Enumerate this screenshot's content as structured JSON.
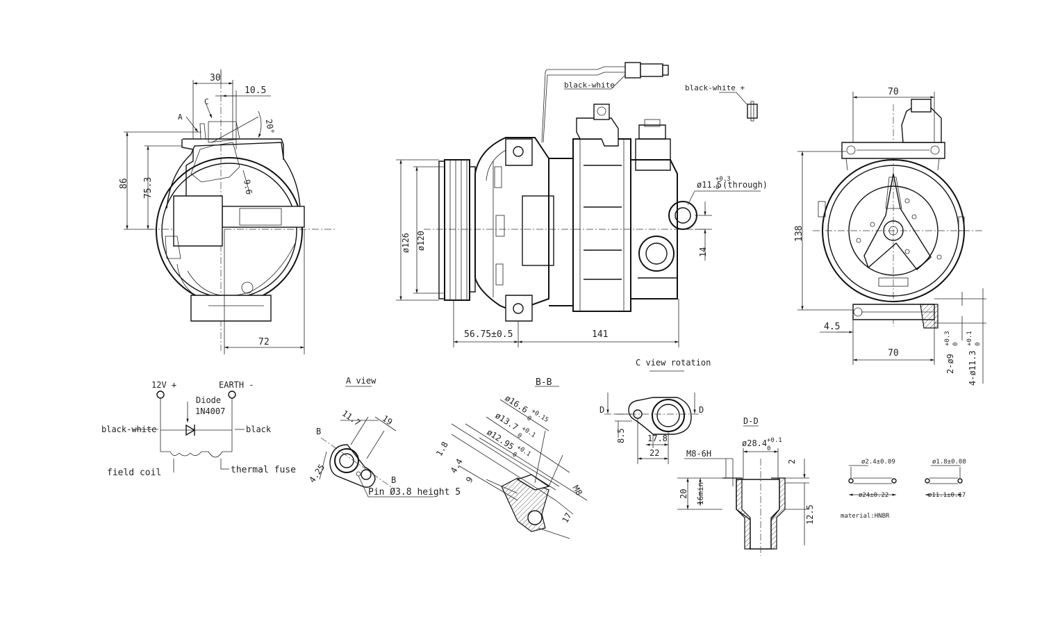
{
  "front_view": {
    "dim_30": "30",
    "dim_10_5": "10.5",
    "dim_20deg": "20°",
    "dim_86": "86",
    "dim_75_3": "75.3",
    "dim_9_6": "9.6",
    "dim_72": "72",
    "label_A": "A",
    "label_C": "C"
  },
  "side_view": {
    "dim_126": "ø126",
    "dim_120": "ø120",
    "dim_56_75": "56.75±0.5",
    "dim_141": "141",
    "dim_14": "14",
    "hole_label": "ø11.5",
    "hole_tol_up": "+0.3",
    "hole_tol_lo": "0",
    "hole_note": "(through)",
    "wire_label_1": "black-white",
    "wire_label_2": "black-white +"
  },
  "rear_view": {
    "dim_70_top": "70",
    "dim_138": "138",
    "dim_4_5": "4.5",
    "dim_70_bottom": "70",
    "holes_2": "2-ø9",
    "holes_2_tol_up": "+0.3",
    "holes_2_tol_lo": "0",
    "holes_4": "4-ø11.3",
    "holes_4_tol_up": "+0.1",
    "holes_4_tol_lo": "0"
  },
  "circuit": {
    "v12": "12V +",
    "earth": "EARTH -",
    "diode": "Diode",
    "diode_part": "1N4007",
    "black_white": "black-white",
    "black": "black",
    "field_coil": "field coil",
    "thermal_fuse": "thermal fuse"
  },
  "a_view": {
    "title": "A view",
    "dim_11_7": "11.7",
    "dim_19": "19",
    "dim_4_25": "4.25",
    "label_B1": "B",
    "label_B2": "B",
    "pin": "Pin Ø3.8 height 5"
  },
  "bb_view": {
    "title": "B-B",
    "d166": "ø16.6",
    "d166_tol_up": "+0.15",
    "d166_tol_lo": "0",
    "d137": "ø13.7",
    "d137_tol_up": "+0.1",
    "d137_tol_lo": "0",
    "d1295": "ø12.95",
    "d1295_tol_up": "+0.1",
    "d1295_tol_lo": "0",
    "dim_1_8": "1.8",
    "dim_4_4": "4.4",
    "dim_9": "9",
    "dim_m8": "M8",
    "dim_17": "17"
  },
  "c_view": {
    "title": "C view rotation",
    "label_D1": "D",
    "label_D2": "D",
    "dim_8_5": "8.5",
    "dim_17_8": "17.8",
    "dim_22": "22"
  },
  "dd_view": {
    "title": "D-D",
    "thread": "M8-6H",
    "d284": "ø28.4",
    "d284_tol_up": "+0.1",
    "d284_tol_lo": "0",
    "dim_2": "2",
    "dim_20": "20",
    "dim_16min": "16min",
    "dim_12_5": "12.5"
  },
  "orings": {
    "o1_section": "ø2.4±0.09",
    "o1_id": "ø24±0.22",
    "o2_section": "ø1.8±0.08",
    "o2_id": "ø11.1±0.17",
    "material": "material:HNBR"
  }
}
